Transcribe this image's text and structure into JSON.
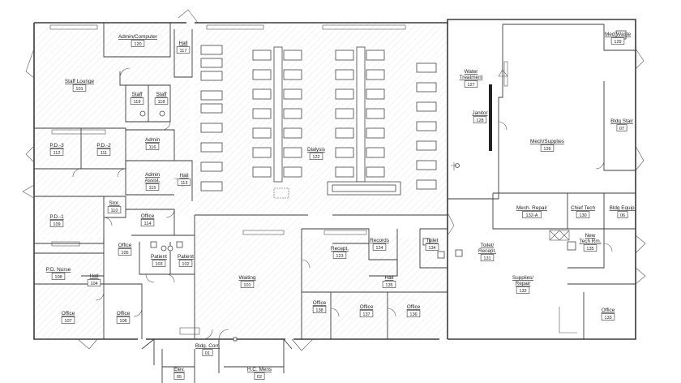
{
  "rooms": [
    {
      "id": "staff-lounge",
      "lines": [
        "Staff Lounge"
      ],
      "num": "101"
    },
    {
      "id": "admin-computer",
      "lines": [
        "Admin/Computer"
      ],
      "num": "120"
    },
    {
      "id": "hall-117",
      "lines": [
        "Hall"
      ],
      "num": "117"
    },
    {
      "id": "staff-119",
      "lines": [
        "Staff"
      ],
      "num": "119"
    },
    {
      "id": "staff-118",
      "lines": [
        "Staff"
      ],
      "num": "118"
    },
    {
      "id": "pd-3",
      "lines": [
        "P.D.-3"
      ],
      "num": "112"
    },
    {
      "id": "pd-2",
      "lines": [
        "P.D.-2"
      ],
      "num": "111"
    },
    {
      "id": "admin-116",
      "lines": [
        "Admin"
      ],
      "num": "116"
    },
    {
      "id": "admin-assist",
      "lines": [
        "Admin",
        "Assist."
      ],
      "num": "115"
    },
    {
      "id": "hall-113",
      "lines": [
        "Hall"
      ],
      "num": "113"
    },
    {
      "id": "pd-1",
      "lines": [
        "P.D.-1"
      ],
      "num": "109"
    },
    {
      "id": "stor",
      "lines": [
        "Stor."
      ],
      "num": "110"
    },
    {
      "id": "office-114",
      "lines": [
        "Office"
      ],
      "num": "114"
    },
    {
      "id": "office-105",
      "lines": [
        "Office"
      ],
      "num": "105"
    },
    {
      "id": "patient-103",
      "lines": [
        "Patient"
      ],
      "num": "103"
    },
    {
      "id": "patient-102",
      "lines": [
        "Patient"
      ],
      "num": "102"
    },
    {
      "id": "pd-nurse",
      "lines": [
        "P.D. Nurse"
      ],
      "num": "108"
    },
    {
      "id": "hall-104",
      "lines": [
        "Hall"
      ],
      "num": "104"
    },
    {
      "id": "office-107",
      "lines": [
        "Office"
      ],
      "num": "107"
    },
    {
      "id": "office-106",
      "lines": [
        "Office"
      ],
      "num": "106"
    },
    {
      "id": "waiting",
      "lines": [
        "Waiting"
      ],
      "num": "101"
    },
    {
      "id": "dialysis",
      "lines": [
        "Dialysis"
      ],
      "num": "122"
    },
    {
      "id": "water-treatment",
      "lines": [
        "Water",
        "Treatment"
      ],
      "num": "127"
    },
    {
      "id": "janitor",
      "lines": [
        "Janitor"
      ],
      "num": "128"
    },
    {
      "id": "med-waste",
      "lines": [
        "Med Waste"
      ],
      "num": "129"
    },
    {
      "id": "bldg-stair",
      "lines": [
        "Bldg Stair"
      ],
      "num": "07"
    },
    {
      "id": "mech-supplies",
      "lines": [
        "Mech/Supplies"
      ],
      "num": "126"
    },
    {
      "id": "mech-repair",
      "lines": [
        "Mech. Repair"
      ],
      "num": "132-A"
    },
    {
      "id": "chief-tech",
      "lines": [
        "Chief Tech"
      ],
      "num": "130"
    },
    {
      "id": "bldg-equip",
      "lines": [
        "Bldg Equip."
      ],
      "num": "06"
    },
    {
      "id": "new-tech-rm",
      "lines": [
        "New",
        "Tech Rm."
      ],
      "num": "135"
    },
    {
      "id": "recept",
      "lines": [
        "Recept."
      ],
      "num": "123"
    },
    {
      "id": "records",
      "lines": [
        "Records"
      ],
      "num": "124"
    },
    {
      "id": "toilet-134",
      "lines": [
        "Toilet"
      ],
      "num": "134"
    },
    {
      "id": "toilet-recept",
      "lines": [
        "Toilet/",
        "Recept."
      ],
      "num": "131"
    },
    {
      "id": "hall-135",
      "lines": [
        "Hall"
      ],
      "num": "135"
    },
    {
      "id": "office-138",
      "lines": [
        "Office"
      ],
      "num": "138"
    },
    {
      "id": "office-137",
      "lines": [
        "Office"
      ],
      "num": "137"
    },
    {
      "id": "office-136",
      "lines": [
        "Office"
      ],
      "num": "136"
    },
    {
      "id": "supplies-repair",
      "lines": [
        "Supplies/",
        "Repair"
      ],
      "num": "132"
    },
    {
      "id": "office-133",
      "lines": [
        "Office"
      ],
      "num": "133"
    },
    {
      "id": "bldg-corr",
      "lines": [
        "Bldg. Corr."
      ],
      "num": "01"
    },
    {
      "id": "elev",
      "lines": [
        "Elev."
      ],
      "num": "05"
    },
    {
      "id": "hc-mens",
      "lines": [
        "H.C. Mens"
      ],
      "num": "02"
    }
  ]
}
